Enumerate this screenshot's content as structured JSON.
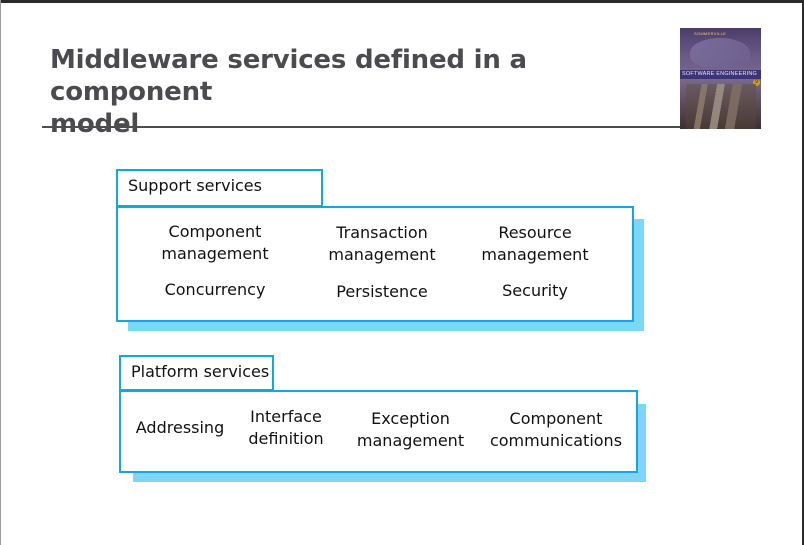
{
  "slide": {
    "title_line1": "Middleware services defined in a component",
    "title_line2": "model"
  },
  "cover": {
    "author": "SOMMERVILLE",
    "title": "SOFTWARE ENGINEERING",
    "edition": "9"
  },
  "support": {
    "label": "Support services",
    "items": [
      [
        "Component",
        "management"
      ],
      [
        "Transaction",
        "management"
      ],
      [
        "Resource",
        "management"
      ],
      [
        "Concurrency"
      ],
      [
        "Persistence"
      ],
      [
        "Security"
      ]
    ]
  },
  "platform": {
    "label": "Platform services",
    "items": [
      [
        "Addressing"
      ],
      [
        "Interface",
        "definition"
      ],
      [
        "Exception",
        "management"
      ],
      [
        "Component",
        "communications"
      ]
    ]
  },
  "colors": {
    "box_border": "#13a7e0",
    "box_shadow": "#7ed6f5",
    "title_text": "#4a4a4f"
  }
}
